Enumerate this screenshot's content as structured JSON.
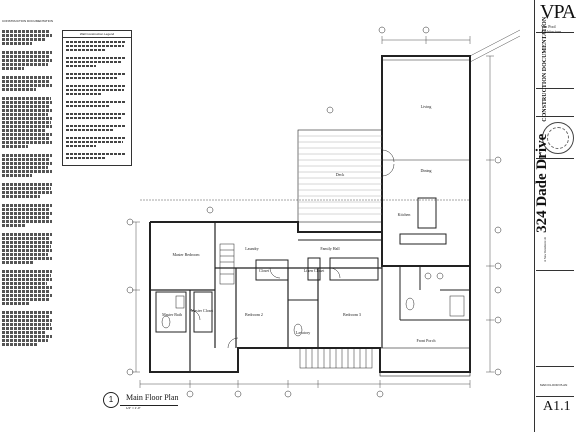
{
  "drawing": {
    "plan_title": "Main Floor Plan",
    "view_number": "1",
    "scale": "1/4\" = 1'-0\"",
    "sheet_number": "A1.1"
  },
  "title_block": {
    "firm_initials": "VPA",
    "firm_name": "Van Pool Architecture",
    "project_address": "324 Dade Drive",
    "project_label": "A New Residence At",
    "phase": "CONSTRUCTION DOCUMENTATION",
    "sheet_title": "MAIN FLOOR PLAN"
  },
  "notes": {
    "left_title": "CONSTRUCTION DOCUMENTATION",
    "box_header": "Wall Construction Legend"
  },
  "rooms": [
    {
      "name": "Living"
    },
    {
      "name": "Dining"
    },
    {
      "name": "Deck"
    },
    {
      "name": "Kitchen"
    },
    {
      "name": "Master Bedroom"
    },
    {
      "name": "Laundry"
    },
    {
      "name": "Family Hall"
    },
    {
      "name": "Closet"
    },
    {
      "name": "Linen Closet"
    },
    {
      "name": "Bedroom 2"
    },
    {
      "name": "Bedroom 3"
    },
    {
      "name": "Lavatory"
    },
    {
      "name": "Master Closet"
    },
    {
      "name": "Master Bath"
    },
    {
      "name": "Front Porch"
    }
  ]
}
